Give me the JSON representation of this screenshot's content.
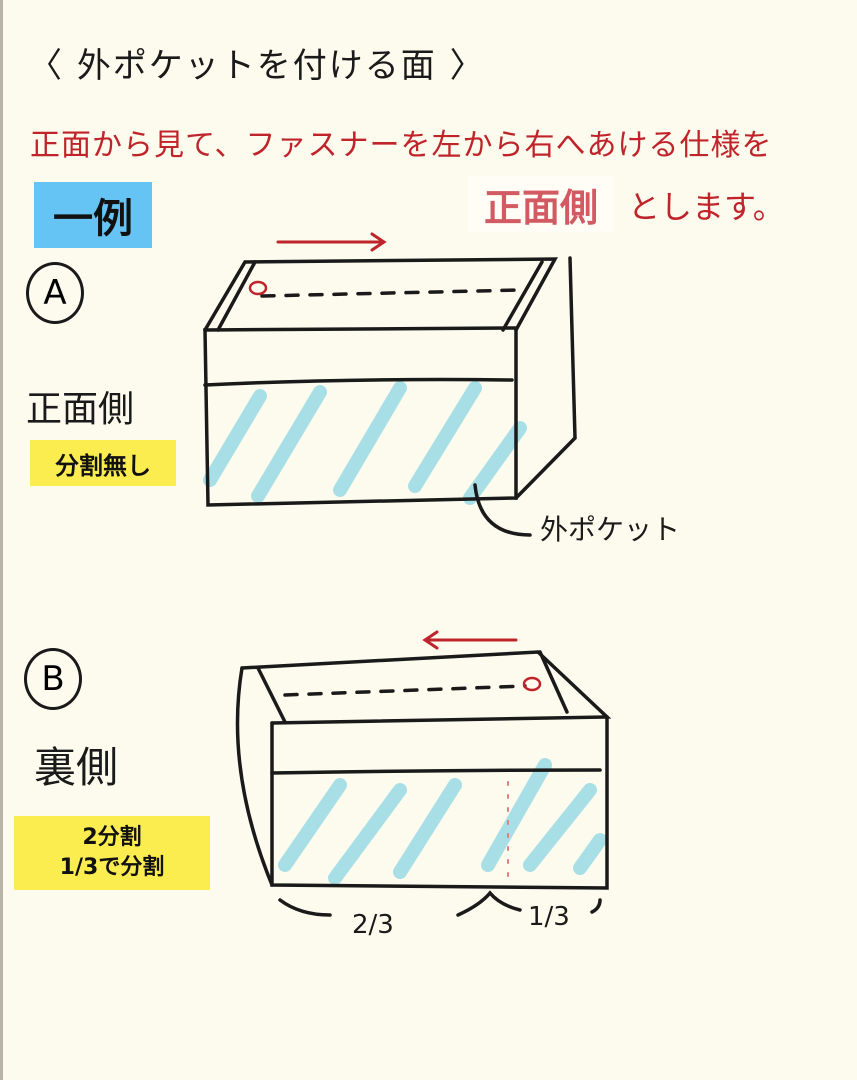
{
  "title": {
    "open": "〈",
    "text": "外ポケットを付ける面",
    "close": "〉"
  },
  "subtitle": "正面から見て、ファスナーを左から右へあける仕様を",
  "example_tag": "一例",
  "front_definition": {
    "highlight": "正面側",
    "suffix": "とします。"
  },
  "diagrams": [
    {
      "marker": "A",
      "side_label": "正面側",
      "tag_lines": [
        "分割無し"
      ],
      "arrow_direction": "right",
      "callout": "外ポケット"
    },
    {
      "marker": "B",
      "side_label": "裏側",
      "tag_lines": [
        "2分割",
        "1/3で分割"
      ],
      "arrow_direction": "left",
      "fractions": [
        "2/3",
        "1/3"
      ]
    }
  ],
  "colors": {
    "background": "#fdfbee",
    "accent_red": "#c0242b",
    "tag_blue": "#66c4f5",
    "tag_yellow": "#fbec4f",
    "pocket_hatch": "#a8dfe6",
    "front_text": "#d25a62"
  }
}
